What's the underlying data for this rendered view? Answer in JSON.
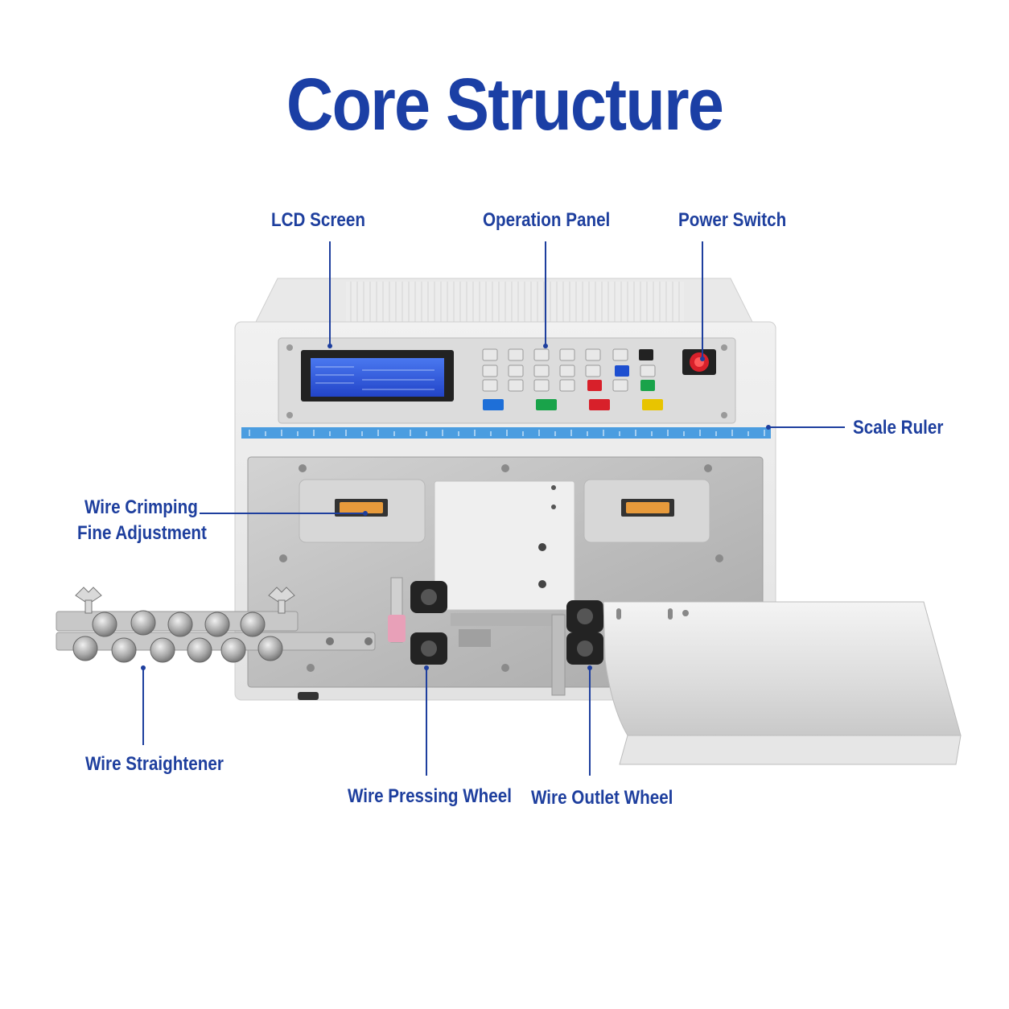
{
  "title": "Core Structure",
  "callouts": {
    "lcd_screen": "LCD Screen",
    "operation_panel": "Operation Panel",
    "power_switch": "Power Switch",
    "scale_ruler": "Scale Ruler",
    "crimping_line1": "Wire Crimping",
    "crimping_line2": "Fine Adjustment",
    "straightener": "Wire Straightener",
    "pressing_wheel": "Wire Pressing Wheel",
    "outlet_wheel": "Wire Outlet Wheel"
  },
  "colors": {
    "title": "#1b3fa5",
    "label": "#1e3f9e",
    "leader": "#1e3f9e",
    "lcd": "#2f5fe0",
    "ruler": "#4b9de0",
    "power_button": "#d8202a"
  }
}
